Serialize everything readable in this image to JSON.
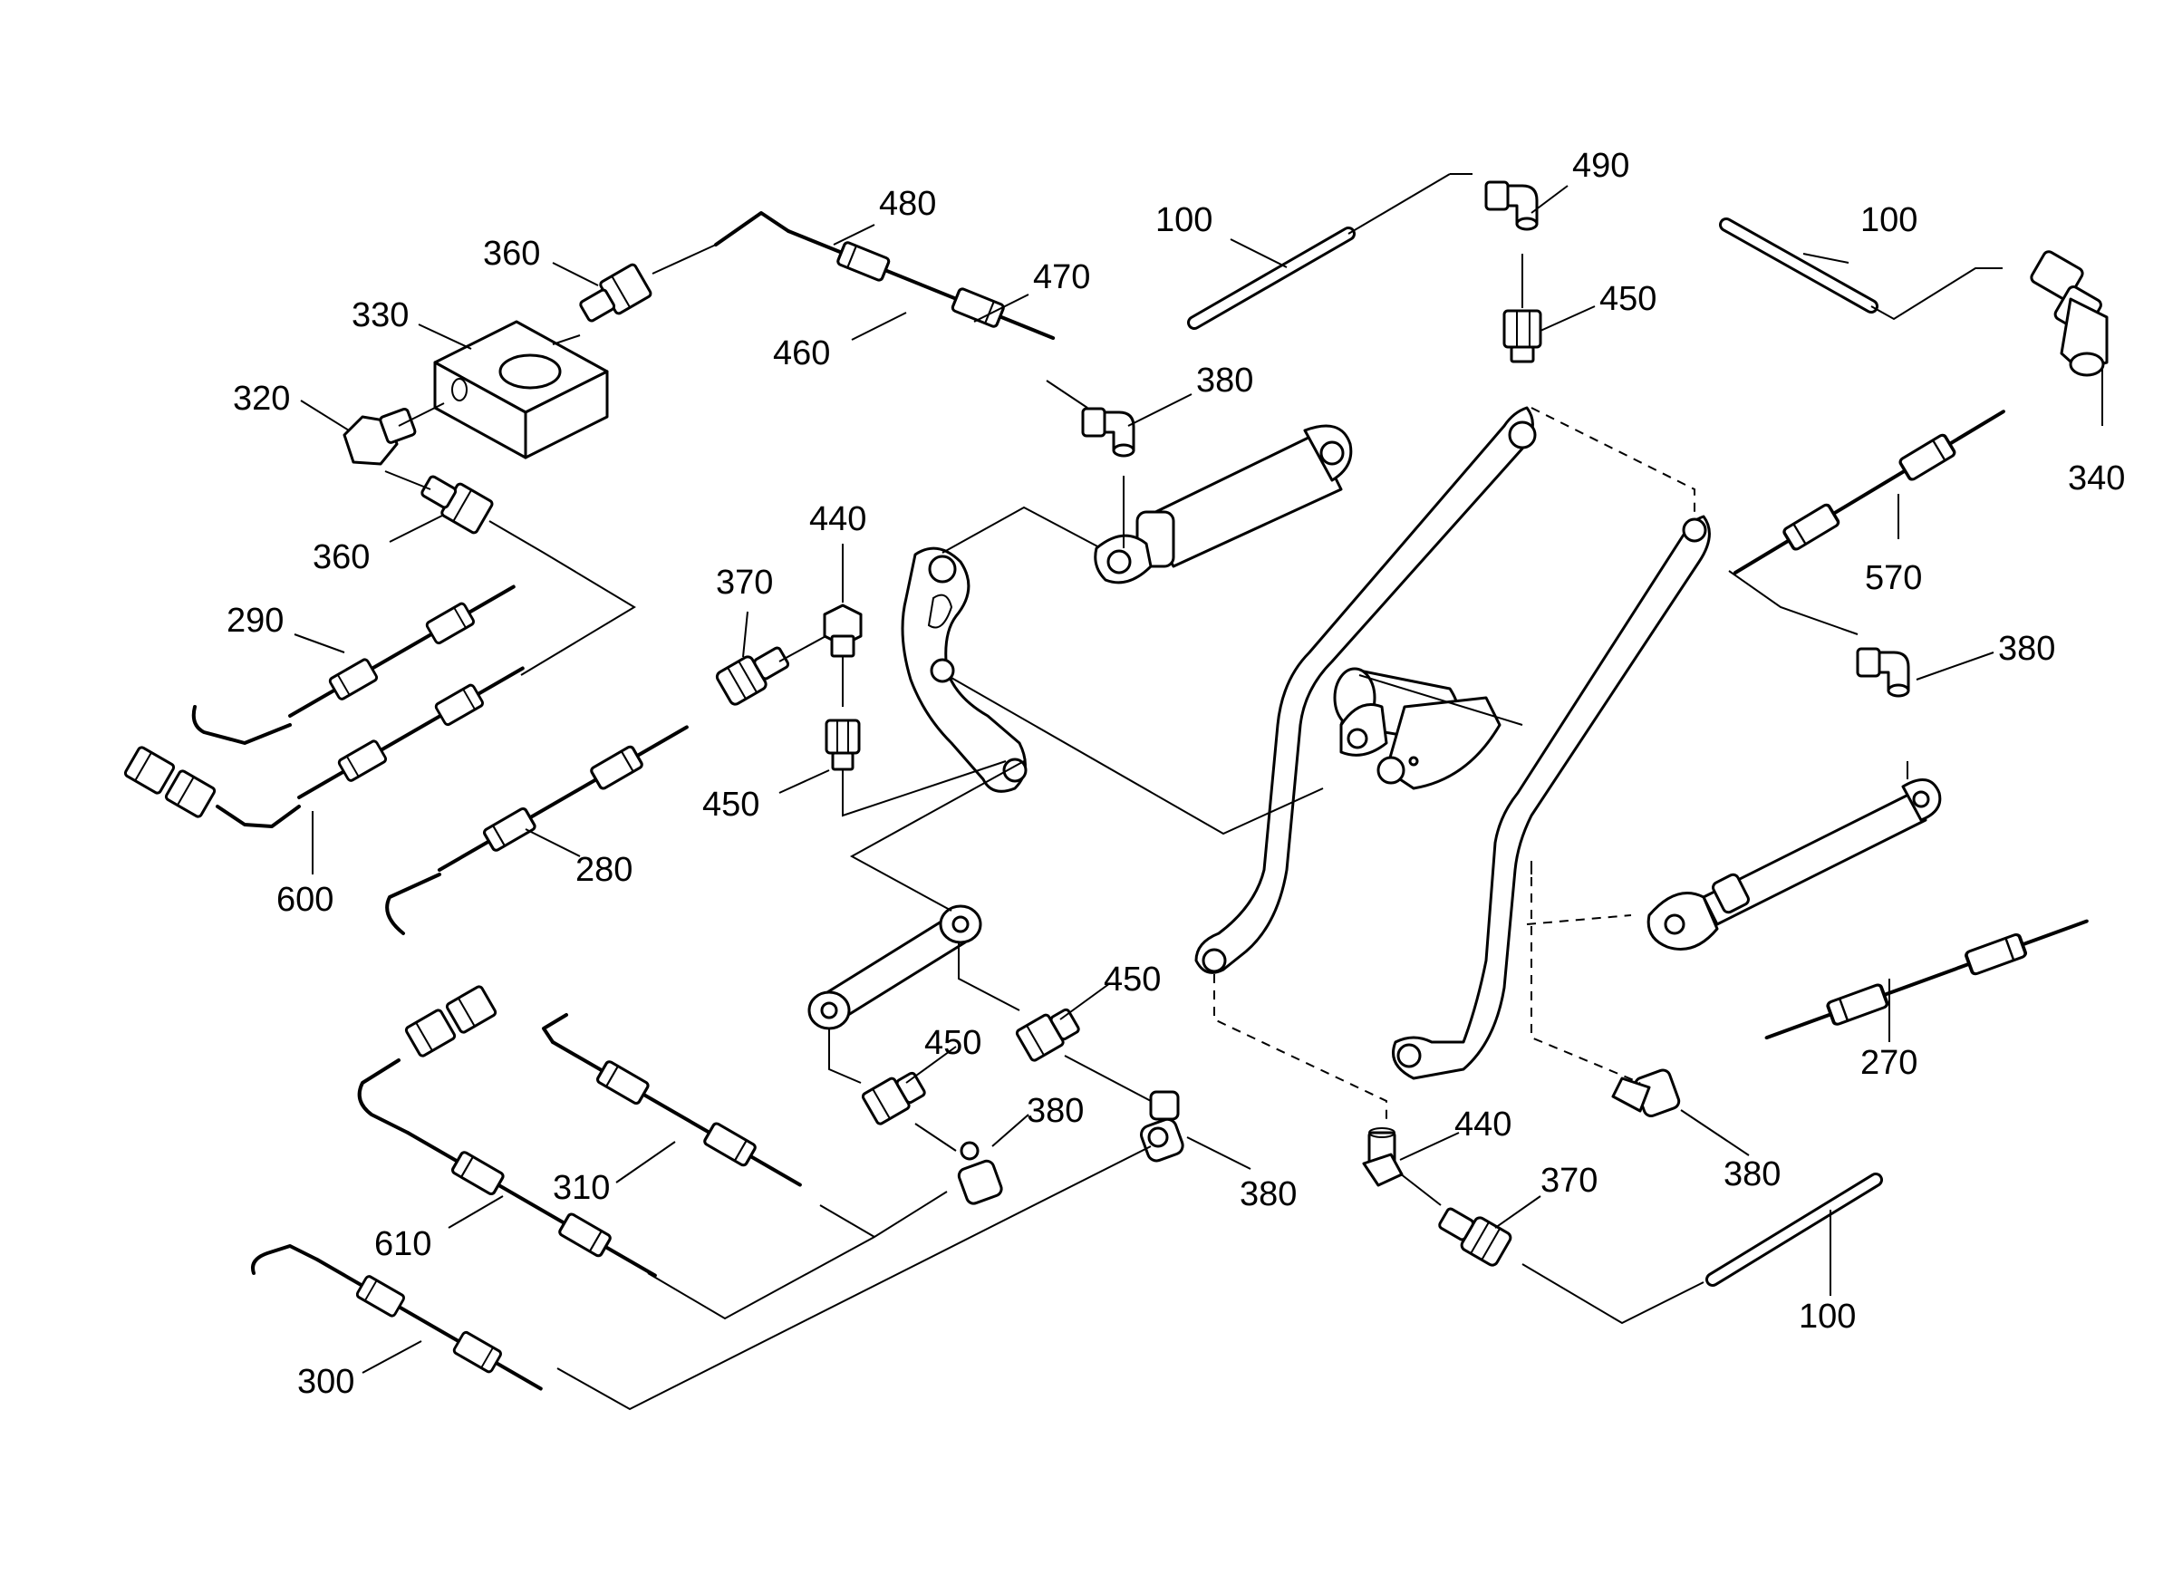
{
  "callouts": [
    {
      "id": "c-490",
      "text": "490"
    },
    {
      "id": "c-100a",
      "text": "100"
    },
    {
      "id": "c-100b",
      "text": "100"
    },
    {
      "id": "c-450a",
      "text": "450"
    },
    {
      "id": "c-480",
      "text": "480"
    },
    {
      "id": "c-470",
      "text": "470"
    },
    {
      "id": "c-460",
      "text": "460"
    },
    {
      "id": "c-360a",
      "text": "360"
    },
    {
      "id": "c-330",
      "text": "330"
    },
    {
      "id": "c-320",
      "text": "320"
    },
    {
      "id": "c-360b",
      "text": "360"
    },
    {
      "id": "c-380a",
      "text": "380"
    },
    {
      "id": "c-340",
      "text": "340"
    },
    {
      "id": "c-570",
      "text": "570"
    },
    {
      "id": "c-380b",
      "text": "380"
    },
    {
      "id": "c-440a",
      "text": "440"
    },
    {
      "id": "c-370a",
      "text": "370"
    },
    {
      "id": "c-290",
      "text": "290"
    },
    {
      "id": "c-450b",
      "text": "450"
    },
    {
      "id": "c-280",
      "text": "280"
    },
    {
      "id": "c-600",
      "text": "600"
    },
    {
      "id": "c-450c",
      "text": "450"
    },
    {
      "id": "c-450d",
      "text": "450"
    },
    {
      "id": "c-380c",
      "text": "380"
    },
    {
      "id": "c-380d",
      "text": "380"
    },
    {
      "id": "c-310",
      "text": "310"
    },
    {
      "id": "c-610",
      "text": "610"
    },
    {
      "id": "c-300",
      "text": "300"
    },
    {
      "id": "c-270",
      "text": "270"
    },
    {
      "id": "c-380e",
      "text": "380"
    },
    {
      "id": "c-440b",
      "text": "440"
    },
    {
      "id": "c-370b",
      "text": "370"
    },
    {
      "id": "c-100c",
      "text": "100"
    }
  ]
}
